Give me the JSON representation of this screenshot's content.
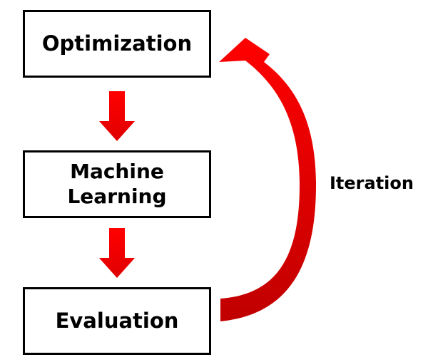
{
  "steps": {
    "optimization": "Optimization",
    "machine_learning": [
      "Machine",
      "Learning"
    ],
    "evaluation": "Evaluation"
  },
  "loop_label": "Iteration",
  "colors": {
    "arrow_red": "#ff0000",
    "arrow_dark_red": "#c00000",
    "border": "#000000"
  }
}
